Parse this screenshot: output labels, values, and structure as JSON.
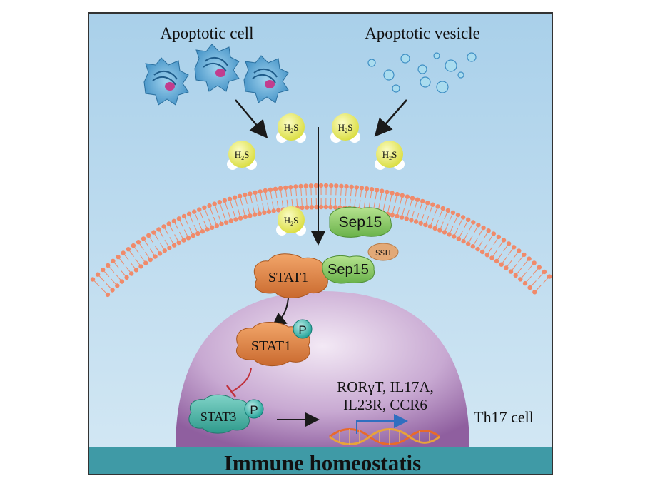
{
  "labels": {
    "apoptotic_cell": "Apoptotic cell",
    "apoptotic_vesicle": "Apoptotic vesicle",
    "h2s_main": "H",
    "h2s_sub": "2",
    "h2s_tail": "S",
    "sep15": "Sep15",
    "ssh": "SSH",
    "stat1": "STAT1",
    "phospho": "P",
    "stat3": "STAT3",
    "genes_line1": "RORγT, IL17A,",
    "genes_line2": "IL23R, CCR6",
    "th17": "Th17 cell",
    "bottom_banner": "Immune homeostatis"
  },
  "colors": {
    "background": "#bfdcee",
    "membrane": "#f08a6a",
    "nucleus": "#b58fbf",
    "stat1": "#e08a4a",
    "sep15": "#8ccf6a",
    "stat3": "#4fb7a8",
    "h2s": "#e6e85a",
    "banner": "#3f9aa6"
  }
}
